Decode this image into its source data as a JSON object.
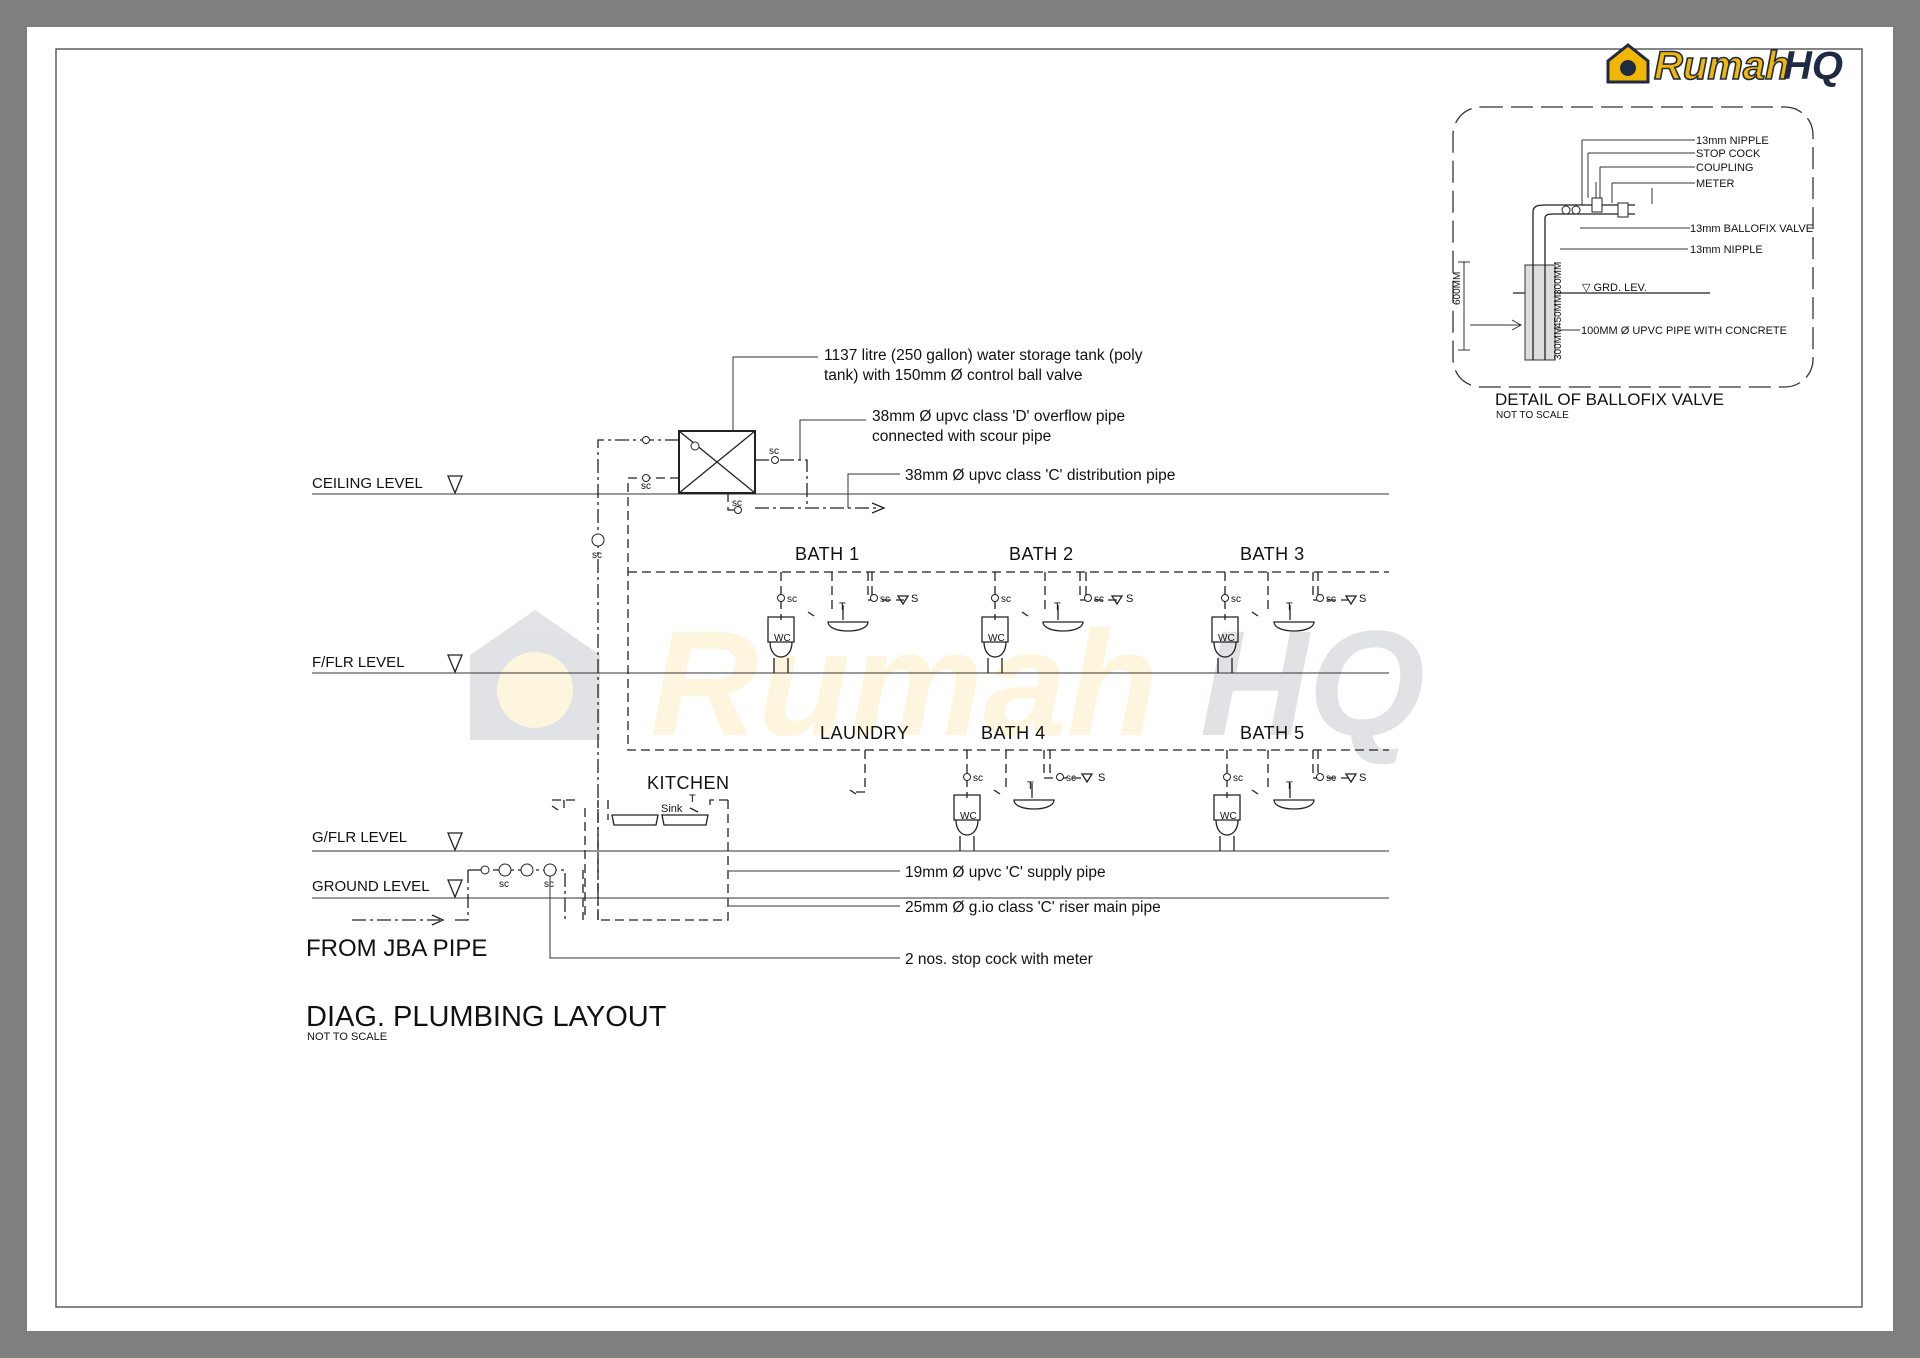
{
  "logo": {
    "text": "RumahHQ",
    "brand_dark": "#1f2a44",
    "brand_gold": "#f2b705"
  },
  "levels": {
    "ceiling": "CEILING LEVEL",
    "first_floor": "F/FLR LEVEL",
    "ground_floor": "G/FLR LEVEL",
    "ground": "GROUND LEVEL"
  },
  "rooms": {
    "bath1": "BATH 1",
    "bath2": "BATH 2",
    "bath3": "BATH 3",
    "bath4": "BATH 4",
    "bath5": "BATH 5",
    "laundry": "LAUNDRY",
    "kitchen": "KITCHEN",
    "sink": "Sink"
  },
  "symbols": {
    "sc": "SC",
    "sc_lower": "sc",
    "tap": "T",
    "shower": "S",
    "wc": "WC"
  },
  "annotations": {
    "tank_line1": "1137 litre (250 gallon) water storage tank (poly",
    "tank_line2": "tank) with 150mm Ø control ball valve",
    "overflow_line1": "38mm Ø upvc class 'D' overflow pipe",
    "overflow_line2": "connected with scour pipe",
    "distribution": "38mm Ø upvc class 'C' distribution pipe",
    "supply": "19mm Ø upvc 'C' supply pipe",
    "riser": "25mm Ø g.io class 'C' riser main pipe",
    "stopcock": "2 nos. stop cock with meter"
  },
  "source": "FROM JBA PIPE",
  "main_title": "DIAG. PLUMBING LAYOUT",
  "main_subtitle": "NOT TO SCALE",
  "detail": {
    "title": "DETAIL OF BALLOFIX VALVE",
    "subtitle": "NOT TO SCALE",
    "labels": {
      "nipple_top": "13mm NIPPLE",
      "stop_cock": "STOP COCK",
      "coupling": "COUPLING",
      "meter": "METER",
      "ballofix": "13mm BALLOFIX VALVE",
      "nipple_bottom": "13mm NIPPLE",
      "grd_lev": "▽ GRD. LEV.",
      "upvc_pipe": "100MM Ø UPVC PIPE WITH CONCRETE",
      "dim_600": "600MM",
      "dim_300_top": "300MM",
      "dim_450": "450MM",
      "dim_300_bottom": "300MM"
    }
  }
}
